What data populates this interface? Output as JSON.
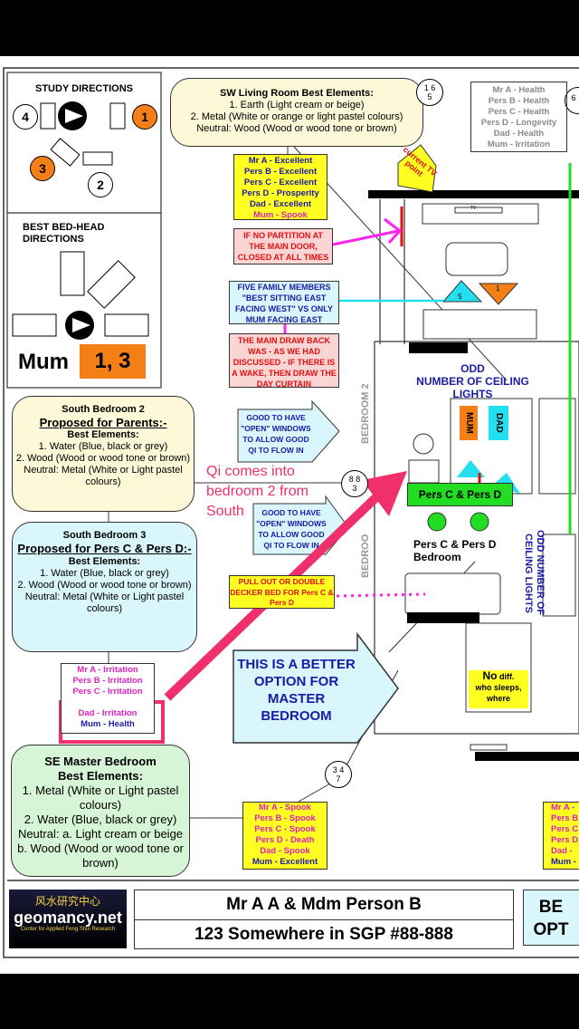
{
  "study": {
    "title": "STUDY DIRECTIONS",
    "n4": "4",
    "n1": "1",
    "n3": "3",
    "n2": "2"
  },
  "bedhead": {
    "title": "BEST BED-HEAD DIRECTIONS",
    "person": "Mum",
    "dirs": "1, 3"
  },
  "sw_living": {
    "title": "SW Living Room Best Elements:",
    "l1": "1. Earth (Light cream or beige)",
    "l2": "2. Metal (White or orange or light pastel colours)",
    "l3": "Neutral: Wood (Wood or wood tone or brown)"
  },
  "star165": {
    "a": "1 6",
    "b": "5"
  },
  "star6": "6",
  "health_list": [
    "Mr A -  Health",
    "Pers B -  Health",
    "Pers C -  Health",
    "Pers D -  Longevity",
    "Dad -  Health",
    "Mum -  Irritation"
  ],
  "living_list": [
    "Mr A -  Excellent",
    "Pers B -  Excellent",
    "Pers C -  Excellent",
    "Pers D -  Prosperity",
    "Dad -  Excellent",
    "Mum -  Spook"
  ],
  "note_partition": "IF NO PARTITION AT THE MAIN DOOR, CLOSED AT ALL TIMES",
  "note_five": "FIVE FAMILY MEMBERS \"BEST SITTING EAST FACING WEST\" VS ONLY MUM FACING EAST",
  "note_drawback": "THE MAIN DRAW BACK WAS - AS WE HAD DISCUSSED - IF THERE IS A WAKE, THEN DRAW THE DAY CURTAIN",
  "tv_point": "current TV point",
  "tv": "TV",
  "tri5": "5",
  "tri1": "1",
  "odd1": {
    "a": "ODD",
    "b": "NUMBER OF CEILING LIGHTS"
  },
  "odd2": "ODD NUMBER OF CEILING LIGHTS",
  "bedroom2": "BEDROOM 2",
  "bedroom_partial": "BEDROO",
  "mum": "MUM",
  "dad": "DAD",
  "persCD_bar": "Pers C & Pers D",
  "persCD_room": "Pers C & Pers D Bedroom",
  "no_diff": {
    "a": "No",
    "b": "diff.",
    "c": "who sleeps, where"
  },
  "south2": {
    "t1": "South Bedroom 2",
    "t2": "Proposed for Parents:-",
    "t3": "Best Elements:",
    "l1": "1. Water (Blue, black or grey)",
    "l2": "2. Wood (Wood or wood tone or brown)",
    "l3": "Neutral: Metal (White or Light pastel colours)"
  },
  "south3": {
    "t1": "South Bedroom 3",
    "t2": "Proposed for Pers C & Pers D:-",
    "t3": "Best Elements:",
    "l1": "1. Water (Blue, black or grey)",
    "l2": "2. Wood (Wood or wood tone or brown)",
    "l3": "Neutral: Metal (White or Light pastel colours)"
  },
  "south3_list": [
    "Mr A -  Irritation",
    "Pers B -  Irritation",
    "Pers C -  Irritation",
    "Dad -  Irritation",
    "Mum -  Health"
  ],
  "good_windows": "GOOD TO HAVE \"OPEN\" WINDOWS TO ALLOW GOOD QI TO FLOW IN",
  "qi_note": "Qi comes into bedroom 2 from South",
  "star883": {
    "a": "8 8",
    "b": "3"
  },
  "pull_out": "PULL OUT OR DOUBLE DECKER BED FOR Pers C & Pers D",
  "better": "THIS IS A BETTER OPTION FOR MASTER BEDROOM",
  "star347": {
    "a": "3 4",
    "b": "7"
  },
  "se_master": {
    "t1": "SE Master Bedroom",
    "t2": "Best Elements:",
    "l1": "1. Metal (White or Light pastel colours)",
    "l2": "2. Water (Blue, black or grey)",
    "l3": "Neutral: a. Light cream or beige b. Wood (Wood or wood tone or brown)"
  },
  "master_list": [
    "Mr A -  Spook",
    "Pers B -  Spook",
    "Pers C -  Spook",
    "Pers D -  Death",
    "Dad -  Spook",
    "Mum -  Excellent"
  ],
  "right_list": [
    "Mr A -",
    "Pers B",
    "Pers C",
    "Pers D",
    "Dad -",
    "Mum -"
  ],
  "footer": {
    "logo_cn": "风水研究中心",
    "logo": "geomancy.net",
    "logo_sub": "Center for Applied Feng Shui Research",
    "client": "Mr A A & Mdm Person B",
    "address": "123 Somewhere in SGP #88-888",
    "right": "BE OPT"
  },
  "colors": {
    "orange": "#f57f17",
    "pink_arrow": "#f0306a",
    "magenta": "#e020c0",
    "blue_text": "#1a1aa6",
    "green": "#22dd22",
    "cyan": "#22e0f0"
  }
}
